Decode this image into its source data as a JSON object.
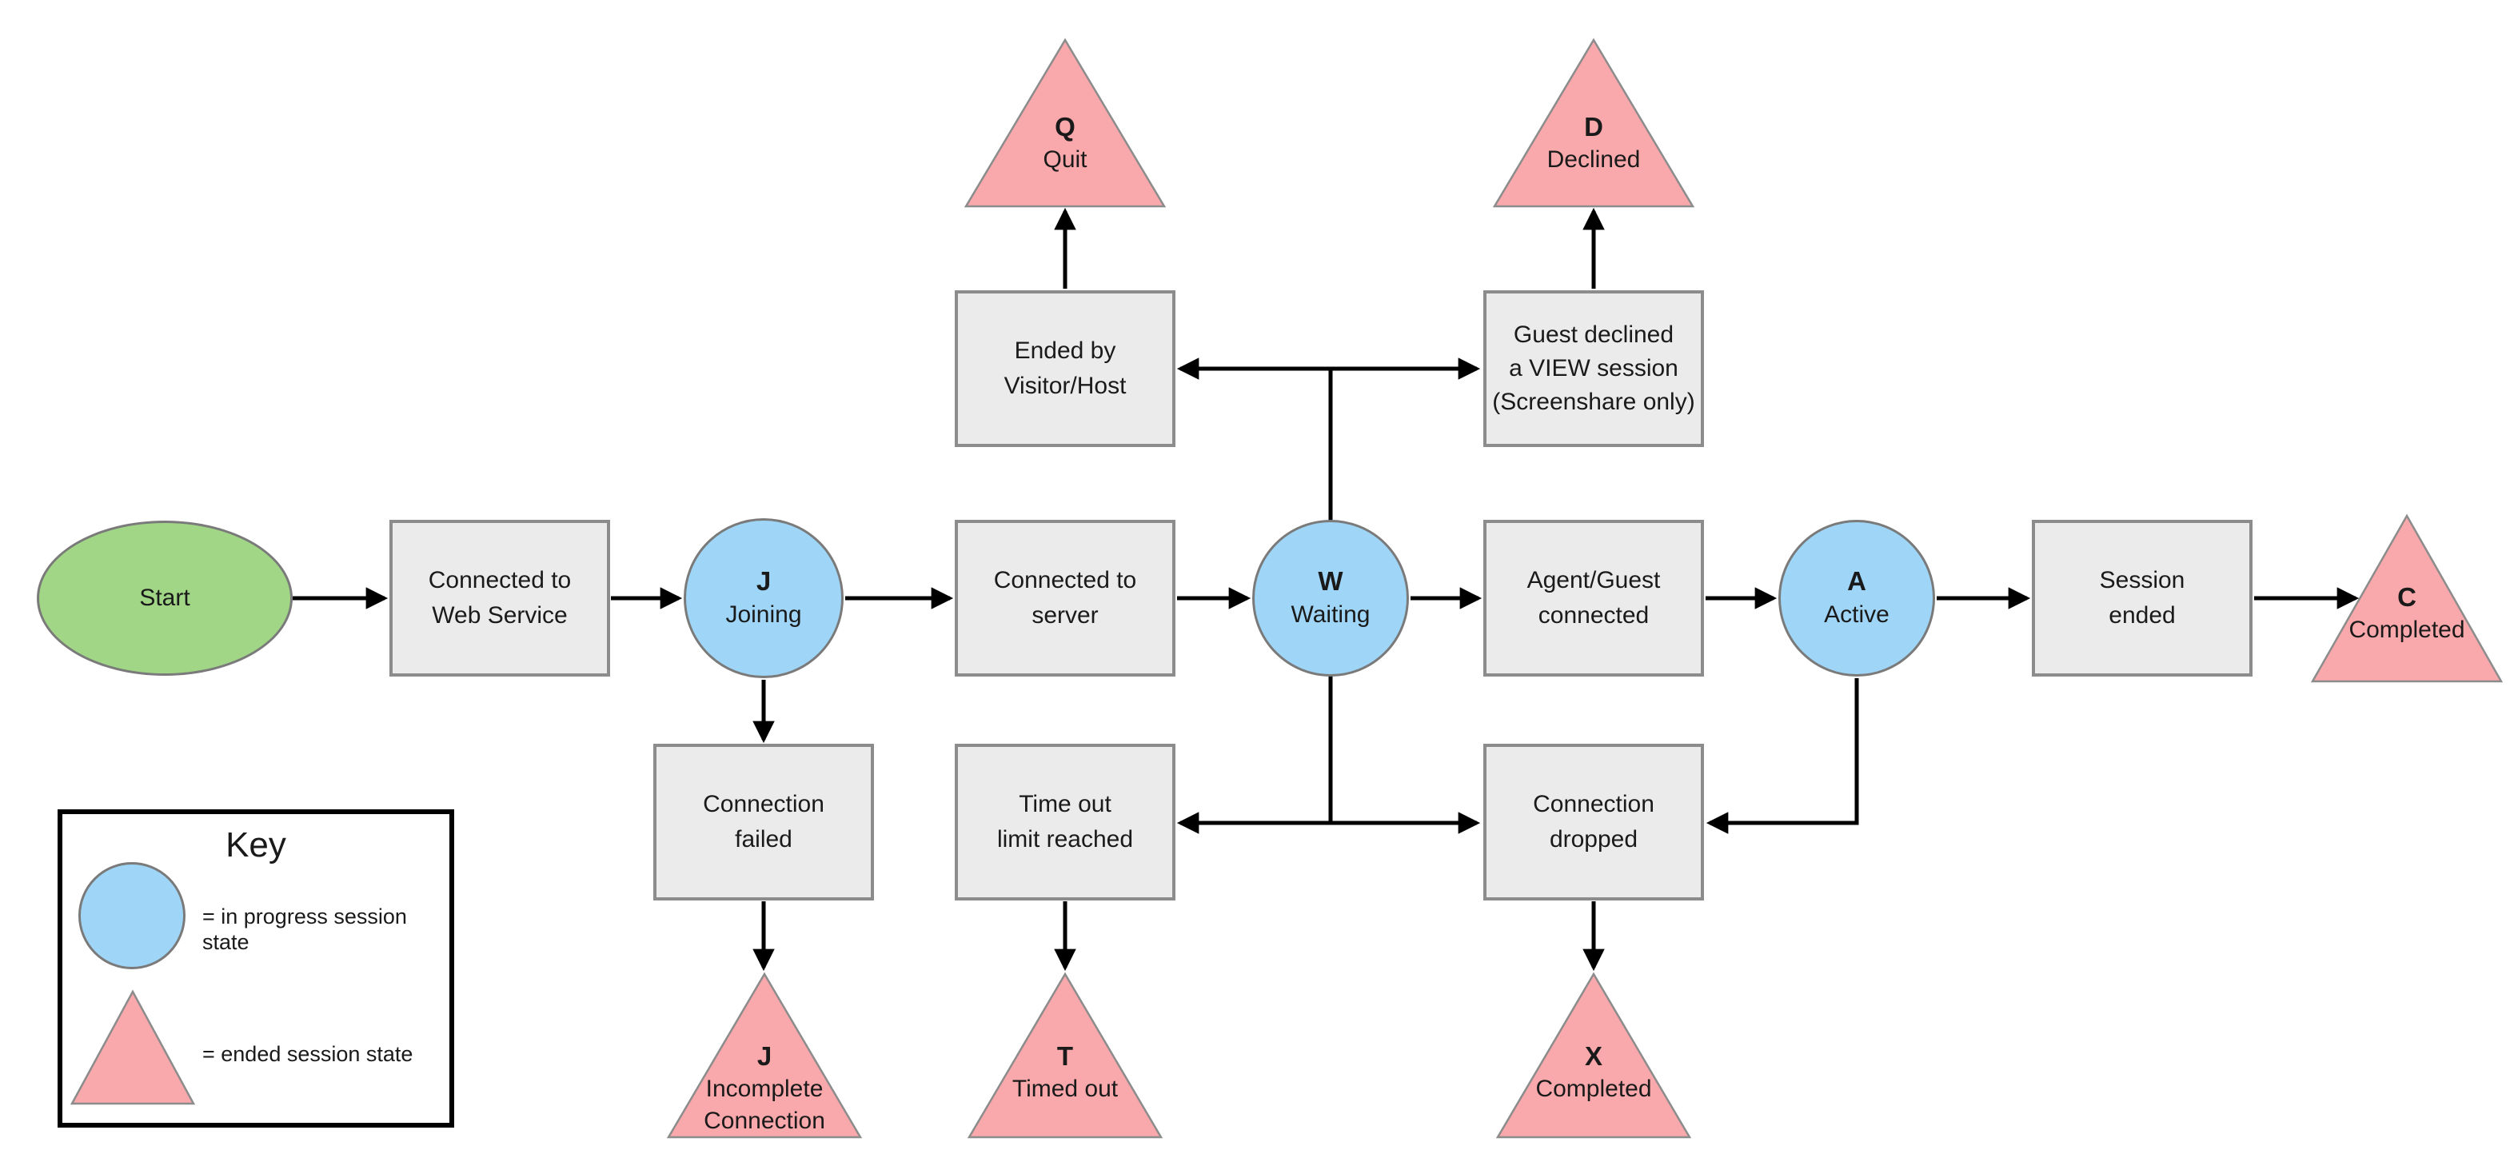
{
  "colors": {
    "start_fill": "#A0D685",
    "in_progress_fill": "#9FD6F8",
    "ended_fill": "#F9A8AB",
    "process_fill": "#EBEBEB",
    "process_border": "#8C8C8C",
    "arrow": "#000000"
  },
  "nodes": {
    "start": {
      "label": "Start"
    },
    "connected_web": {
      "label": "Connected to\nWeb Service"
    },
    "joining": {
      "initial": "J",
      "label": "Joining"
    },
    "connected_server": {
      "label": "Connected to\nserver"
    },
    "waiting": {
      "initial": "W",
      "label": "Waiting"
    },
    "agent_guest": {
      "label": "Agent/Guest\nconnected"
    },
    "active": {
      "initial": "A",
      "label": "Active"
    },
    "session_ended": {
      "label": "Session\nended"
    },
    "ended_by": {
      "label": "Ended by\nVisitor/Host"
    },
    "guest_declined": {
      "label": "Guest declined\na VIEW session\n(Screenshare only)"
    },
    "connection_failed": {
      "label": "Connection\nfailed"
    },
    "timeout": {
      "label": "Time out\nlimit reached"
    },
    "connection_dropped": {
      "label": "Connection\ndropped"
    },
    "quit": {
      "initial": "Q",
      "label": "Quit"
    },
    "declined": {
      "initial": "D",
      "label": "Declined"
    },
    "completed_c": {
      "initial": "C",
      "label": "Completed"
    },
    "incomplete_connection": {
      "initial": "J",
      "label": "Incomplete\nConnection"
    },
    "timed_out": {
      "initial": "T",
      "label": "Timed out"
    },
    "completed_x": {
      "initial": "X",
      "label": "Completed"
    }
  },
  "key": {
    "title": "Key",
    "in_progress": "= in progress session state",
    "ended": "= ended session state"
  }
}
